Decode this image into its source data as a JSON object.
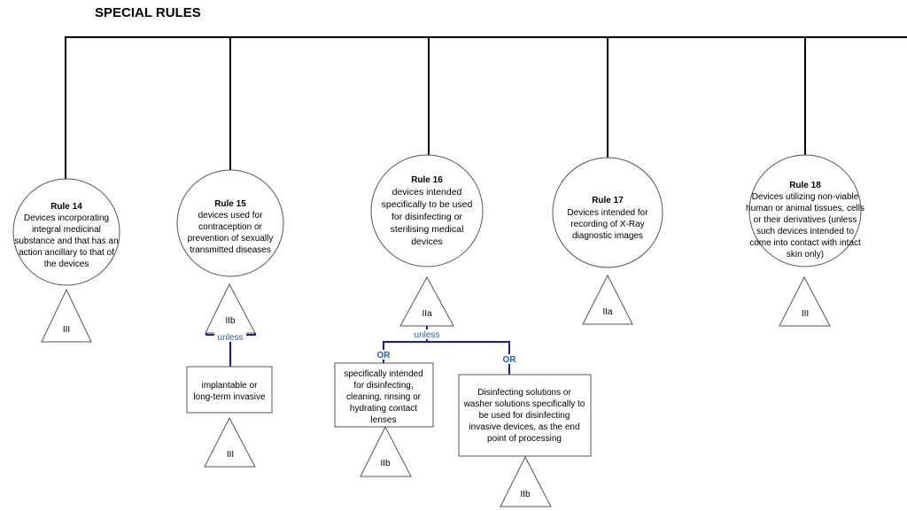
{
  "title": "SPECIAL RULES",
  "rules": [
    {
      "name": "Rule 14",
      "lines": [
        "Devices incorporating",
        "integral medicinal",
        "substance and that has an",
        "action ancillary to that of",
        "the devices"
      ],
      "class": "III"
    },
    {
      "name": "Rule 15",
      "lines": [
        "devices used for",
        "contraception or",
        "prevention of sexually",
        "transmitted diseases"
      ],
      "class": "IIb",
      "unless_label": "unless",
      "exception": {
        "lines": [
          "implantable or",
          "long-term invasive"
        ],
        "class": "III"
      }
    },
    {
      "name": "Rule 16",
      "lines": [
        "devices intended",
        "specifically to be used",
        "for disinfecting or",
        "sterilising medical",
        "devices"
      ],
      "class": "IIa",
      "unless_label": "unless",
      "exceptions": [
        {
          "or_label": "OR",
          "lines": [
            "specifically intended",
            "for disinfecting,",
            "cleaning, rinsing or",
            "hydrating contact",
            "lenses"
          ],
          "class": "IIb"
        },
        {
          "or_label": "OR",
          "lines": [
            "Disinfecting solutions or",
            "washer solutions specifically to",
            "be used for disinfecting",
            "invasive devices, as the end",
            "point of processing"
          ],
          "class": "IIb"
        }
      ]
    },
    {
      "name": "Rule 17",
      "lines": [
        "Devices intended for",
        "recording of X-Ray",
        "diagnostic images"
      ],
      "class": "IIa"
    },
    {
      "name": "Rule 18",
      "lines": [
        "Devices utilizing non-viable",
        "human or animal tissues, cells",
        "or their derivatives (unless",
        "such devices intended to",
        "come into contact with intact",
        "skin only)"
      ],
      "class": "III"
    }
  ]
}
